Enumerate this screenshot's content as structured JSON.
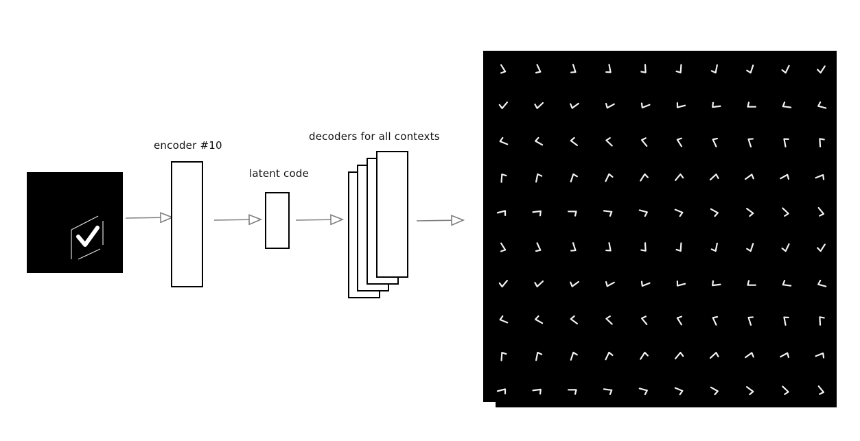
{
  "labels": {
    "encoder": "encoder #10",
    "latent": "latent code",
    "decoders": "decoders for all contexts"
  },
  "colors": {
    "background": "#ffffff",
    "box_stroke": "#000000",
    "arrow": "#7f7f7f",
    "image_bg": "#000000",
    "stroke_glyph": "#f2f2f2"
  },
  "icons": {
    "input_image": "checkmark-digit-image",
    "output_grid": "rotated-digit-grid-image"
  },
  "output_grid": {
    "rows": 10,
    "cols": 10
  }
}
